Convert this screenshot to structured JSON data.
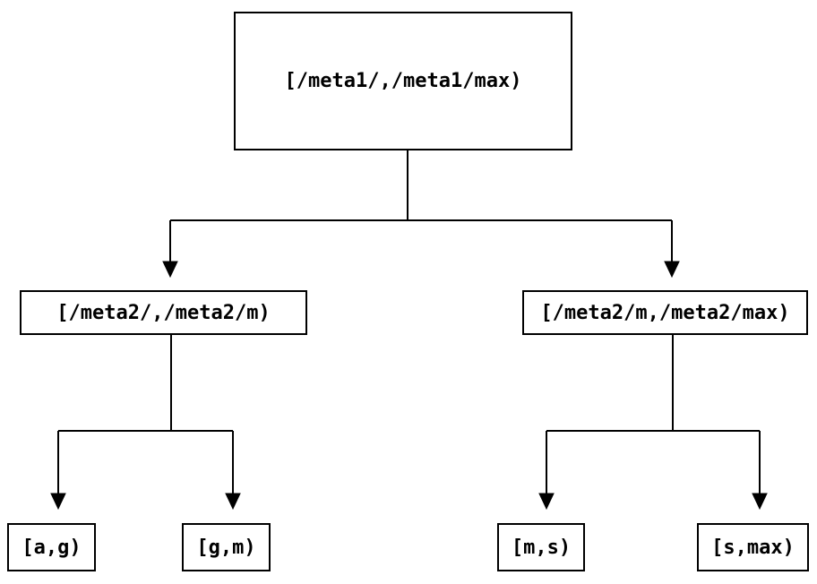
{
  "tree": {
    "type": "interval-partition-tree",
    "root": {
      "label": "[/meta1/,/meta1/max)"
    },
    "level2": [
      {
        "label": "[/meta2/,/meta2/m)"
      },
      {
        "label": "[/meta2/m,/meta2/max)"
      }
    ],
    "leaves": [
      {
        "label": "[a,g)"
      },
      {
        "label": "[g,m)"
      },
      {
        "label": "[m,s)"
      },
      {
        "label": "[s,max)"
      }
    ],
    "colors": {
      "background": "#ffffff",
      "node_fill": "#ffffff",
      "node_border": "#000000",
      "line": "#000000",
      "text": "#000000"
    }
  }
}
